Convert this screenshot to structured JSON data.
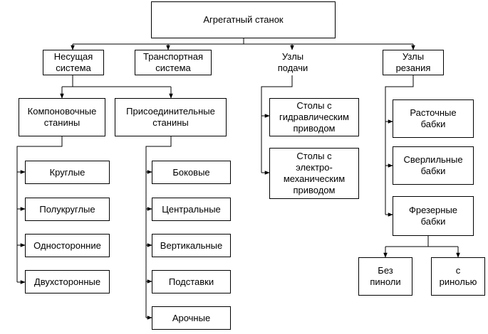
{
  "root": "Агрегатный станок",
  "level1": [
    "Несущая\nсистема",
    "Транспортная\nсистема",
    "Узлы\nподачи",
    "Узлы\nрезания"
  ],
  "bearing": {
    "komp": {
      "label": "Компоновочные\nстанины",
      "children": [
        "Круглые",
        "Полукруглые",
        "Односторонние",
        "Двухсторонные"
      ]
    },
    "pris": {
      "label": "Присоединительные\nстанины",
      "children": [
        "Боковые",
        "Центральные",
        "Вертикальные",
        "Подставки",
        "Арочные"
      ]
    }
  },
  "feed": [
    "Столы с\nгидравлическим\nприводом",
    "Столы с\nэлектро-\nмеханическим\nприводом"
  ],
  "cutting": {
    "children": [
      "Расточные\nбабки",
      "Сверлильные\nбабки",
      "Фрезерные\nбабки"
    ],
    "milling": [
      "Без\nпиноли",
      "с\npинолью"
    ]
  }
}
